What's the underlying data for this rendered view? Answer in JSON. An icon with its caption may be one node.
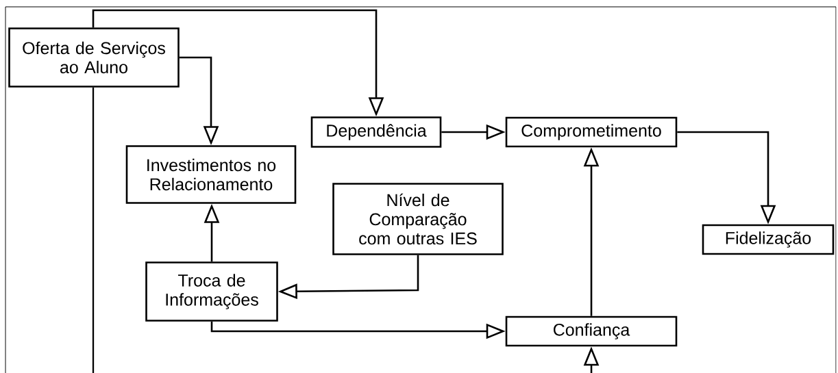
{
  "diagram": {
    "nodes": [
      {
        "text": [
          "Oferta de Serviços ao Aluno"
        ]
      },
      {
        "text": [
          "Dependência"
        ]
      },
      {
        "text": [
          "Comprometimento"
        ]
      },
      {
        "text": [
          "Investimentos no Relacionamento"
        ]
      },
      {
        "text": [
          "Nível de Comparação com outras IES"
        ]
      },
      {
        "text": [
          "Fidelização"
        ]
      },
      {
        "text": [
          "Troca de Informações"
        ]
      },
      {
        "text": [
          "Confiança"
        ]
      }
    ],
    "edges": [
      {
        "from": 0,
        "to": 1,
        "arrow": "to"
      },
      {
        "from": 0,
        "to": 3,
        "arrow": "to"
      },
      {
        "from": 1,
        "to": 2,
        "arrow": "to"
      },
      {
        "from": 2,
        "to": 5,
        "arrow": "to"
      },
      {
        "from": 6,
        "to": 3,
        "arrow": "to"
      },
      {
        "from": 4,
        "to": 6,
        "arrow": "to"
      },
      {
        "from": 6,
        "to": 7,
        "arrow": "to"
      },
      {
        "from": 7,
        "to": 2,
        "arrow": "to"
      },
      {
        "from": 0,
        "to": null,
        "arrow": "none"
      },
      {
        "from": null,
        "to": 7,
        "arrow": "to"
      }
    ]
  }
}
